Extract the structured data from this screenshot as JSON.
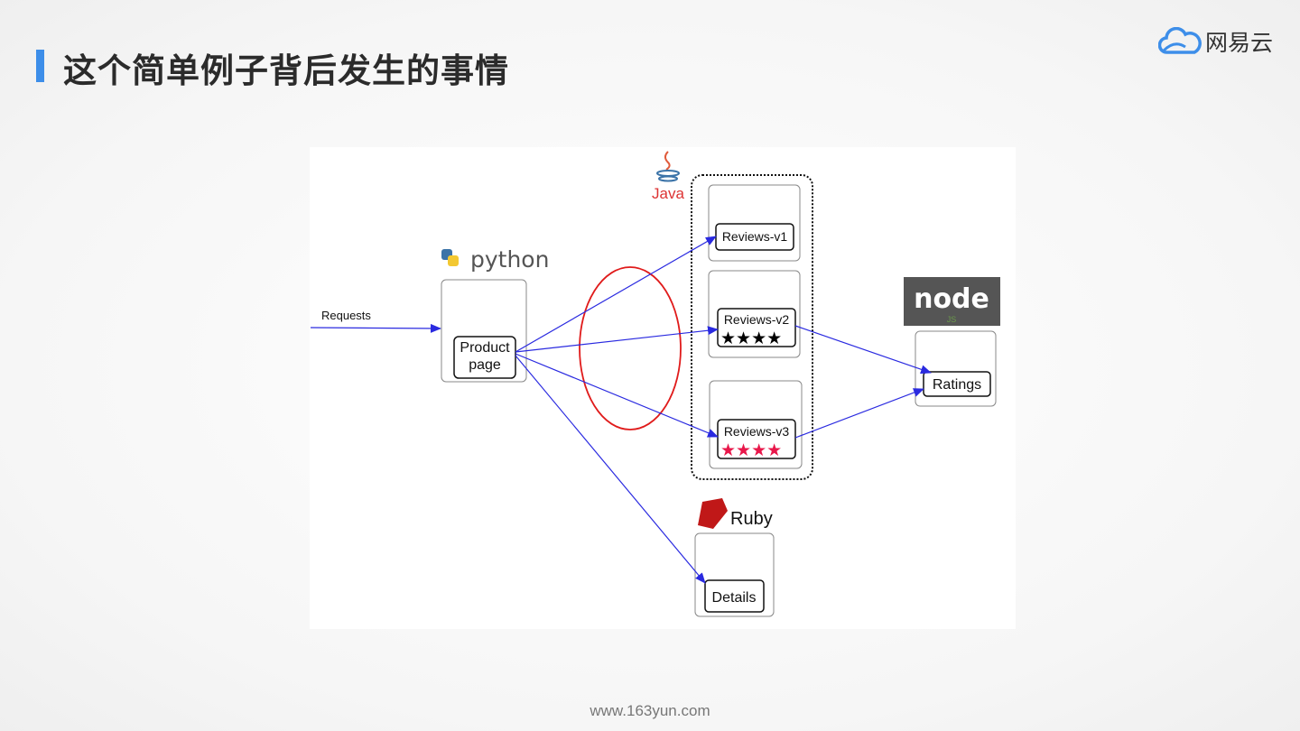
{
  "header": {
    "title": "这个简单例子背后发生的事情"
  },
  "brand": {
    "name": "网易云",
    "icon": "cloud-icon",
    "color": "#3d8ee9"
  },
  "footer": {
    "url": "www.163yun.com"
  },
  "diagram": {
    "requests_label": "Requests",
    "logos": {
      "python": "python",
      "java": "Java",
      "node": "node",
      "node_sub": "JS",
      "ruby": "Ruby"
    },
    "nodes": {
      "productpage": {
        "line1": "Product",
        "line2": "page"
      },
      "reviews_v1": {
        "label": "Reviews-v1"
      },
      "reviews_v2": {
        "label": "Reviews-v2",
        "stars": "★★★★",
        "star_color": "#000000"
      },
      "reviews_v3": {
        "label": "Reviews-v3",
        "stars": "★★★★",
        "star_color": "#e8174a"
      },
      "ratings": {
        "label": "Ratings"
      },
      "details": {
        "label": "Details"
      }
    },
    "edges": [
      [
        "Requests",
        "Product page"
      ],
      [
        "Product page",
        "Reviews-v1"
      ],
      [
        "Product page",
        "Reviews-v2"
      ],
      [
        "Product page",
        "Reviews-v3"
      ],
      [
        "Product page",
        "Details"
      ],
      [
        "Reviews-v2",
        "Ratings"
      ],
      [
        "Reviews-v3",
        "Ratings"
      ]
    ],
    "arrow_color": "#2a2ae0",
    "highlight_color": "#e01b1b"
  }
}
